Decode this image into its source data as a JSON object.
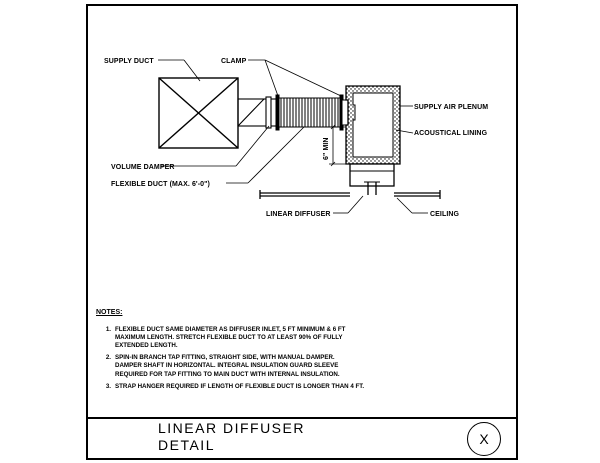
{
  "labels": {
    "supply_duct": "SUPPLY DUCT",
    "clamp": "CLAMP",
    "supply_air_plenum": "SUPPLY AIR PLENUM",
    "acoustical_lining": "ACOUSTICAL LINING",
    "min_6": "6\" MIN",
    "volume_damper": "VOLUME DAMPER",
    "flexible_duct": "FLEXIBLE DUCT (MAX. 6'-0\")",
    "linear_diffuser": "LINEAR DIFFUSER",
    "ceiling": "CEILING"
  },
  "notes": {
    "heading": "NOTES:",
    "items": [
      {
        "num": "1.",
        "text": "FLEXIBLE DUCT SAME DIAMETER AS DIFFUSER INLET, 5 FT MINIMUM & 6 FT\nMAXIMUM LENGTH. STRETCH FLEXIBLE DUCT TO AT LEAST 90% OF FULLY\nEXTENDED LENGTH."
      },
      {
        "num": "2.",
        "text": "SPIN-IN BRANCH TAP FITTING, STRAIGHT SIDE, WITH MANUAL DAMPER.\nDAMPER SHAFT IN HORIZONTAL. INTEGRAL INSULATION GUARD SLEEVE\nREQUIRED FOR TAP FITTING TO MAIN DUCT WITH INTERNAL INSULATION."
      },
      {
        "num": "3.",
        "text": "STRAP HANGER REQUIRED IF LENGTH OF FLEXIBLE DUCT IS LONGER THAN 4 FT."
      }
    ]
  },
  "title": {
    "line1": "LINEAR  DIFFUSER",
    "line2": "DETAIL",
    "badge": "X"
  }
}
